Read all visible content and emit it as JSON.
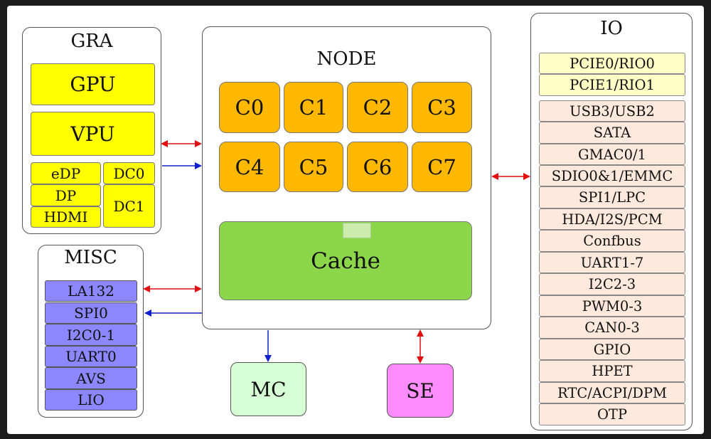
{
  "gra": {
    "title": "GRA",
    "gpu": "GPU",
    "vpu": "VPU",
    "edp": "eDP",
    "dc0": "DC0",
    "dp": "DP",
    "dc1": "DC1",
    "hdmi": "HDMI",
    "color": "#ffff00"
  },
  "node": {
    "title": "NODE",
    "cores": [
      "C0",
      "C1",
      "C2",
      "C3",
      "C4",
      "C5",
      "C6",
      "C7"
    ],
    "cache": "Cache",
    "core_color": "#ffb800",
    "cache_color": "#8cd64a"
  },
  "misc": {
    "title": "MISC",
    "items": [
      "LA132",
      "SPI0",
      "I2C0-1",
      "UART0",
      "AVS",
      "LIO"
    ],
    "color": "#8c87ff"
  },
  "mc": {
    "label": "MC",
    "color": "#d6ffd6"
  },
  "se": {
    "label": "SE",
    "color": "#ff8cff"
  },
  "io": {
    "title": "IO",
    "items": [
      "PCIE0/RIO0",
      "PCIE1/RIO1",
      "USB3/USB2",
      "SATA",
      "GMAC0/1",
      "SDIO0&1/EMMC",
      "SPI1/LPC",
      "HDA/I2S/PCM",
      "Confbus",
      "UART1-7",
      "I2C2-3",
      "PWM0-3",
      "CAN0-3",
      "GPIO",
      "HPET",
      "RTC/ACPI/DPM",
      "OTP"
    ],
    "pcie_color": "#ffffc6",
    "peripheral_color": "#ffe9dd"
  },
  "arrow_colors": {
    "bidirectional": "#e01010",
    "unidirectional": "#1020d0"
  }
}
